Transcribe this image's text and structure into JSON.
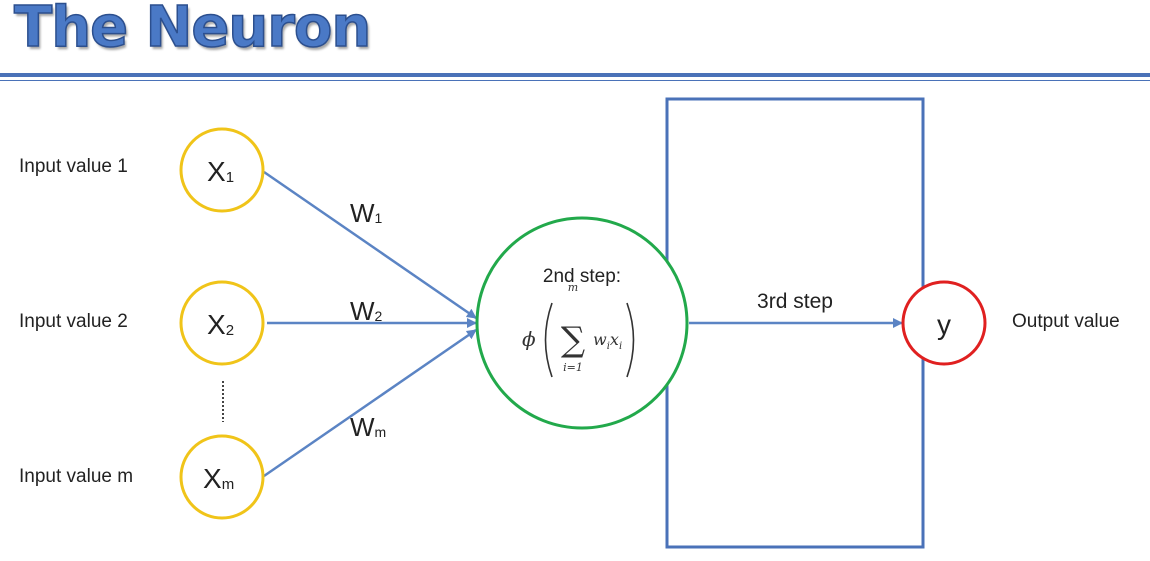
{
  "title": "The Neuron",
  "inputs": [
    {
      "label": "Input value 1",
      "node": "X",
      "sub": "1"
    },
    {
      "label": "Input value 2",
      "node": "X",
      "sub": "2"
    },
    {
      "label": "Input value m",
      "node": "X",
      "sub": "m"
    }
  ],
  "weights": [
    {
      "w": "W",
      "sub": "1"
    },
    {
      "w": "W",
      "sub": "2"
    },
    {
      "w": "W",
      "sub": "m"
    }
  ],
  "step2": {
    "label": "2nd step:",
    "formula_fn": "ϕ",
    "formula_sum": "∑",
    "formula_upper": "m",
    "formula_lower": "i=1",
    "formula_term_w": "w",
    "formula_term_wsub": "i",
    "formula_term_x": "x",
    "formula_term_xsub": "i"
  },
  "step3": {
    "label": "3rd step"
  },
  "output": {
    "node": "y",
    "label": "Output value"
  },
  "colors": {
    "title": "#4a79c6",
    "rule": "#4a72b8",
    "input_circle": "#f0c419",
    "neuron_circle": "#22a94b",
    "output_circle": "#e02020",
    "arrow": "#5b84c4",
    "box": "#4a72b8"
  }
}
